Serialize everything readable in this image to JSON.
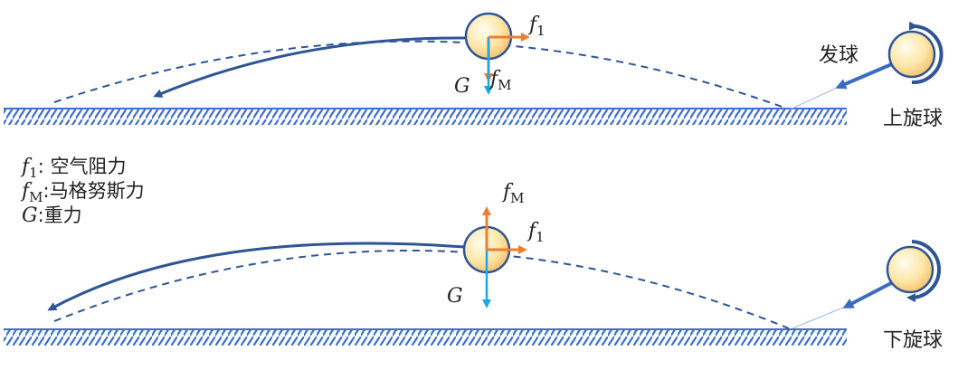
{
  "colors": {
    "trajectory": "#2f5597",
    "arrow_orange": "#ed7d31",
    "arrow_blue": "#1ea7e1",
    "ground": "#3d6fd0",
    "ball_edge": "#2f5597"
  },
  "labels": {
    "serve": "发球",
    "topspin": "上旋球",
    "backspin": "下旋球"
  },
  "forces": {
    "f1": {
      "main": "f",
      "sub": "1"
    },
    "fM": {
      "main": "f",
      "sub": "M"
    },
    "G": "G"
  },
  "legend": {
    "items": [
      {
        "sym": "f",
        "sub": "1",
        "text": ": 空气阻力"
      },
      {
        "sym": "f",
        "sub": "M",
        "text": ":马格努斯力"
      },
      {
        "sym": "G",
        "sub": "",
        "text": ":重力"
      }
    ]
  }
}
